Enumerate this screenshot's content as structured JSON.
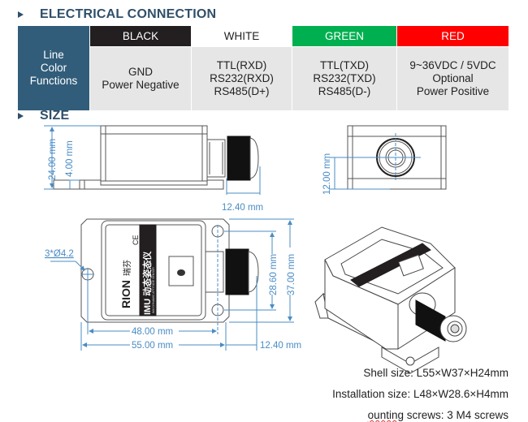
{
  "sections": {
    "electrical": "ELECTRICAL CONNECTION",
    "size": "SIZE"
  },
  "connection_table": {
    "row_header": [
      "Line",
      "Color",
      "Functions"
    ],
    "columns": [
      {
        "color_name": "BLACK",
        "header_bg": "#231f20",
        "header_fg": "#ffffff",
        "functions": [
          "GND",
          "Power Negative"
        ]
      },
      {
        "color_name": "WHITE",
        "header_bg": "#ffffff",
        "header_fg": "#222222",
        "functions": [
          "TTL(RXD)",
          "RS232(RXD)",
          "RS485(D+)"
        ]
      },
      {
        "color_name": "GREEN",
        "header_bg": "#00b050",
        "header_fg": "#ffffff",
        "functions": [
          "TTL(TXD)",
          "RS232(TXD)",
          "RS485(D-)"
        ]
      },
      {
        "color_name": "RED",
        "header_bg": "#ff0000",
        "header_fg": "#ffffff",
        "functions": [
          "9~36VDC / 5VDC",
          "Optional",
          "Power Positive"
        ]
      }
    ]
  },
  "dimensions": {
    "side_height": "24.00 mm",
    "flange_height": "4.00 mm",
    "cable_length_side": "12.40 mm",
    "end_center_height": "12.00 mm",
    "hole_spec": "3*Ø4.2",
    "install_width": "28.60 mm",
    "total_width": "37.00 mm",
    "install_length": "48.00 mm",
    "total_length": "55.00 mm",
    "cable_length_top": "12.40 mm"
  },
  "device_label": {
    "brand": "RION",
    "brand_cn": "瑞芬",
    "product": "IMU 动态姿态仪",
    "subtitle": "IMU DYNAMIC ATTITUDE SENSOR",
    "ce_mark": "CE"
  },
  "specs": {
    "shell_size": "Shell size: L55×W37×H24mm",
    "installation_size": "Installation size: L48×W28.6×H4mm",
    "screws_prefix": "ounting",
    "screws_rest": " screws: 3 M4 screws"
  },
  "colors": {
    "title": "#2f4f6a",
    "table_header": "#315d7a",
    "dimension_line": "#4a8cc4"
  }
}
